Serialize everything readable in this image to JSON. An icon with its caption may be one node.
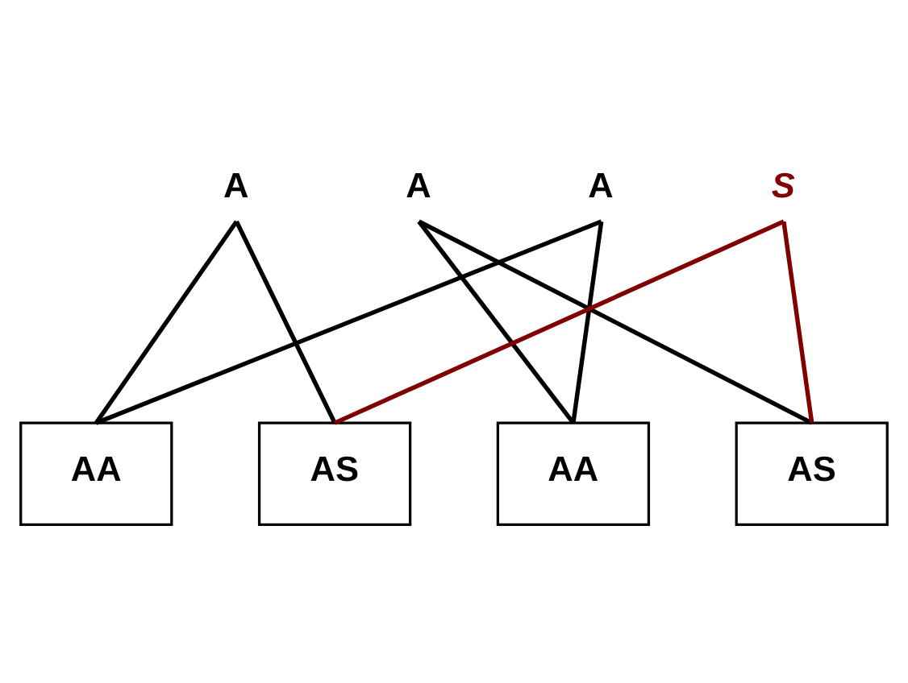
{
  "diagram": {
    "nodes": [
      {
        "text": [
          "A"
        ]
      },
      {
        "text": [
          "A"
        ]
      },
      {
        "text": [
          "A"
        ]
      },
      {
        "text": [
          "S"
        ]
      },
      {
        "text": [
          "AA"
        ]
      },
      {
        "text": [
          "AS"
        ]
      },
      {
        "text": [
          "AA"
        ]
      },
      {
        "text": [
          "AS"
        ]
      }
    ],
    "edges": [
      {
        "from": 0,
        "to": 4,
        "arrow": "none"
      },
      {
        "from": 0,
        "to": 5,
        "arrow": "none"
      },
      {
        "from": 1,
        "to": 6,
        "arrow": "none"
      },
      {
        "from": 1,
        "to": 7,
        "arrow": "none"
      },
      {
        "from": 2,
        "to": 4,
        "arrow": "none"
      },
      {
        "from": 2,
        "to": 6,
        "arrow": "none"
      },
      {
        "from": 3,
        "to": 5,
        "arrow": "none",
        "color": "#800000"
      },
      {
        "from": 3,
        "to": 7,
        "arrow": "none",
        "color": "#800000"
      }
    ]
  }
}
